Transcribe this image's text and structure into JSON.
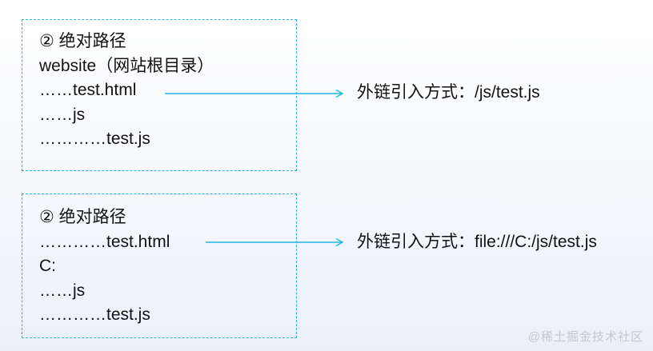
{
  "panels": [
    {
      "lines": [
        "② 绝对路径",
        "website（网站根目录）",
        "……test.html",
        "……js",
        "…………test.js"
      ]
    },
    {
      "lines": [
        "② 绝对路径",
        "…………test.html",
        "C:",
        "……js",
        "…………test.js"
      ]
    }
  ],
  "methods": [
    {
      "label": "外链引入方式：",
      "path": "/js/test.js"
    },
    {
      "label": "外链引入方式：",
      "path": "file:///C:/js/test.js"
    }
  ],
  "colors": {
    "border": "#2fb4d8",
    "arrow": "#1fb5e2",
    "text": "#111111",
    "watermark": "#c4c8cf"
  },
  "watermark": "@稀土掘金技术社区"
}
